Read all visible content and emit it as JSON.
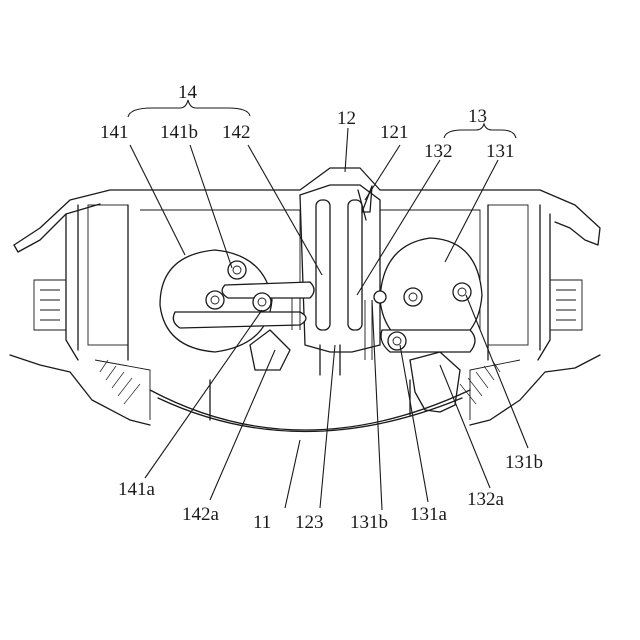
{
  "labels": {
    "l14": "14",
    "l141": "141",
    "l141b": "141b",
    "l142": "142",
    "l12": "12",
    "l121": "121",
    "l13": "13",
    "l132": "132",
    "l131": "131",
    "l141a": "141a",
    "l142a": "142a",
    "l11": "11",
    "l123": "123",
    "l131b_bottom": "131b",
    "l131a": "131a",
    "l132a": "132a",
    "l131b_right": "131b"
  }
}
